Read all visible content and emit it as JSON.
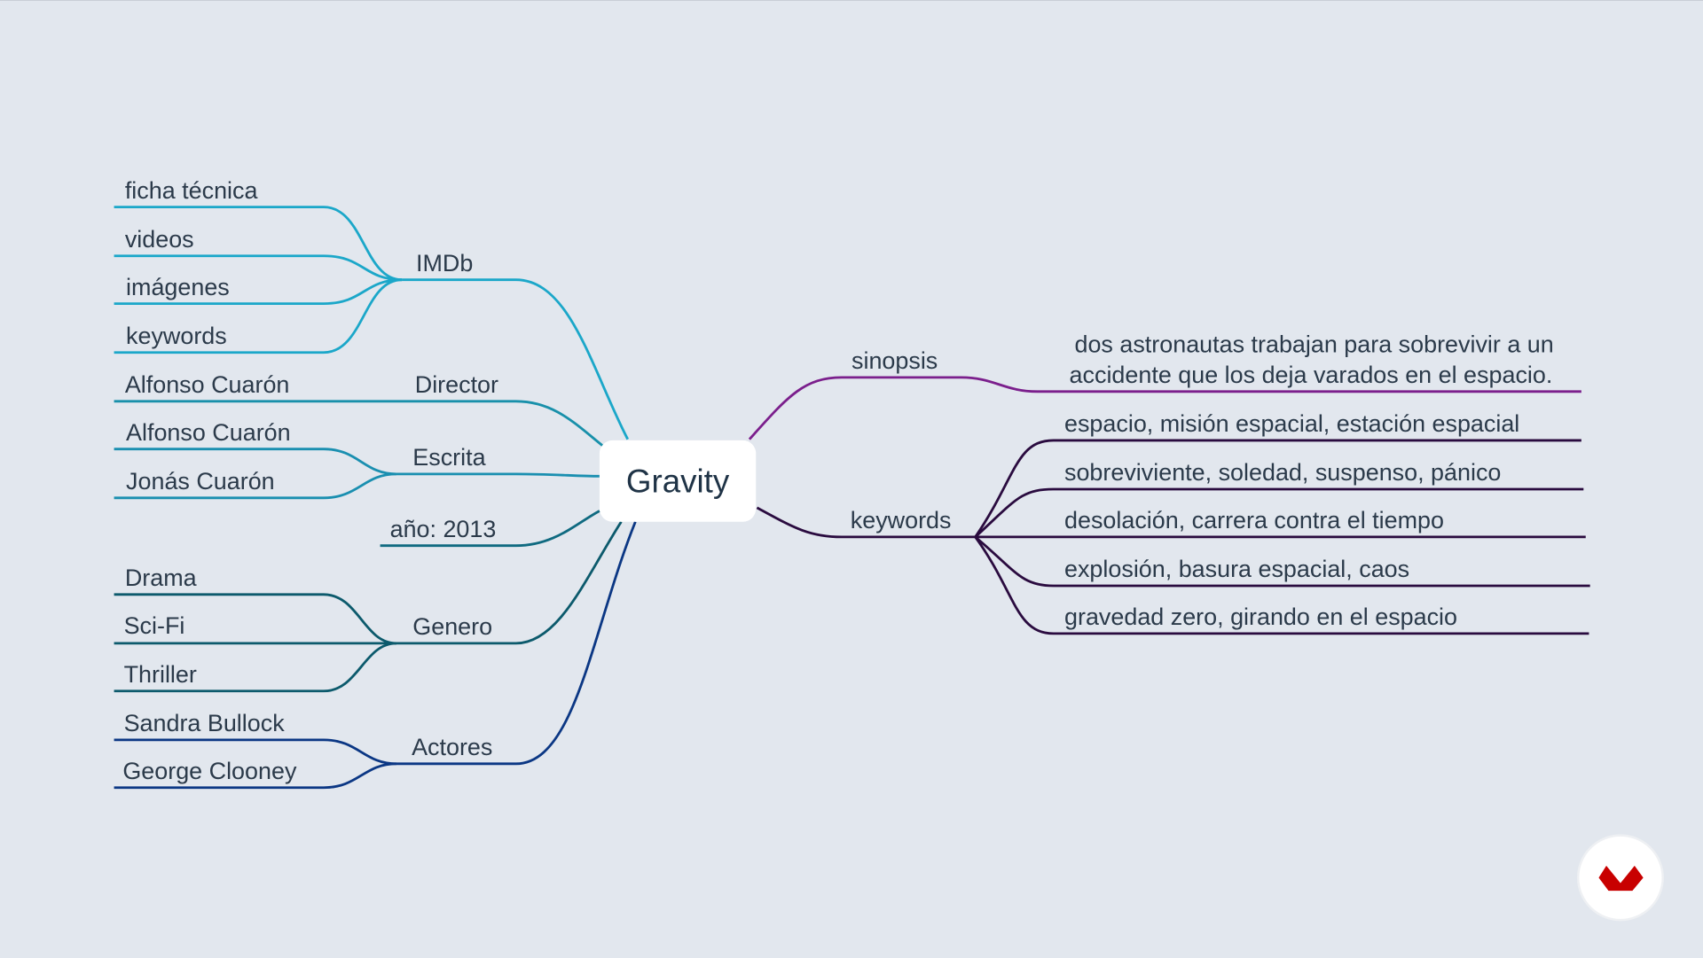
{
  "central": "Gravity",
  "left": {
    "imdb": {
      "label": "IMDb",
      "children": [
        "ficha técnica",
        "videos",
        "imágenes",
        "keywords"
      ]
    },
    "director": {
      "label": "Director",
      "children": [
        "Alfonso Cuarón"
      ]
    },
    "escrita": {
      "label": "Escrita",
      "children": [
        "Alfonso Cuarón",
        "Jonás Cuarón"
      ]
    },
    "anio": {
      "label": "año: 2013"
    },
    "genero": {
      "label": "Genero",
      "children": [
        "Drama",
        "Sci-Fi",
        "Thriller"
      ]
    },
    "actores": {
      "label": "Actores",
      "children": [
        "Sandra Bullock",
        "George Clooney"
      ]
    }
  },
  "right": {
    "sinopsis": {
      "label": "sinopsis",
      "text_lines": [
        "dos astronautas trabajan para sobrevivir a un",
        "accidente que los deja varados en el espacio."
      ]
    },
    "keywords": {
      "label": "keywords",
      "children": [
        "espacio, misión espacial, estación espacial",
        "sobreviviente, soledad, suspenso, pánico",
        "desolación, carrera contra el tiempo",
        "explosión, basura espacial, caos",
        "gravedad zero, girando en el espacio"
      ]
    }
  },
  "colors": {
    "imdb": "#1ba7c9",
    "director": "#1890aa",
    "escrita": "#1a8fb0",
    "anio": "#0f6a80",
    "genero": "#0c5a6c",
    "actores": "#0b3784",
    "sinopsis": "#7b1f8c",
    "keywords": "#2a0b3f",
    "logo": "#c80000"
  },
  "logo_icon": "brand-logo-icon"
}
